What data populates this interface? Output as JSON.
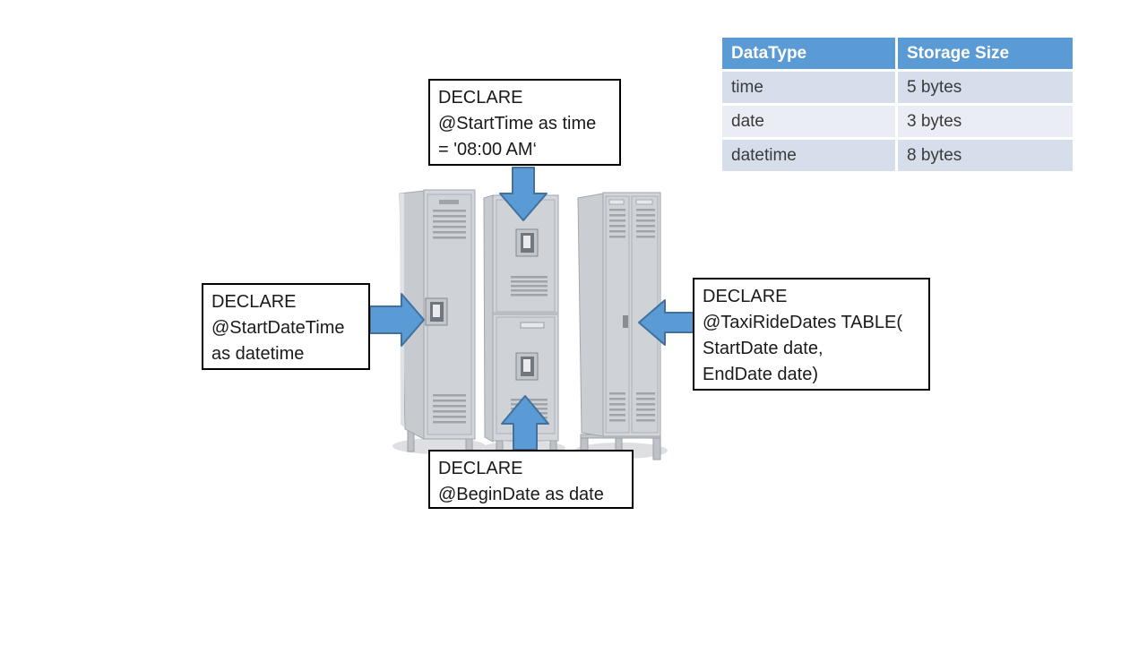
{
  "table": {
    "columns": [
      "DataType",
      "Storage Size"
    ],
    "rows": [
      [
        "time",
        "5 bytes"
      ],
      [
        "date",
        "3 bytes"
      ],
      [
        "datetime",
        "8 bytes"
      ]
    ],
    "colors": {
      "header_bg": "#5B9BD5",
      "header_text": "#FFFFFF",
      "band_a": "#D6DEEC",
      "band_b": "#EAEDF4",
      "body_text": "#3B3B3B"
    }
  },
  "callouts": {
    "top": {
      "lines": [
        "DECLARE",
        "@StartTime as time",
        "= '08:00 AM‘"
      ]
    },
    "left": {
      "lines": [
        "DECLARE",
        "@StartDateTime",
        "as datetime"
      ]
    },
    "right": {
      "lines": [
        "DECLARE",
        "@TaxiRideDates TABLE(",
        "StartDate date,",
        "EndDate date)"
      ]
    },
    "bottom": {
      "lines": [
        "DECLARE",
        "@BeginDate as date"
      ]
    }
  },
  "arrows": {
    "fill": "#5B9BD5",
    "stroke": "#41719C"
  },
  "illustration": {
    "name": "three gray metal lockers"
  }
}
